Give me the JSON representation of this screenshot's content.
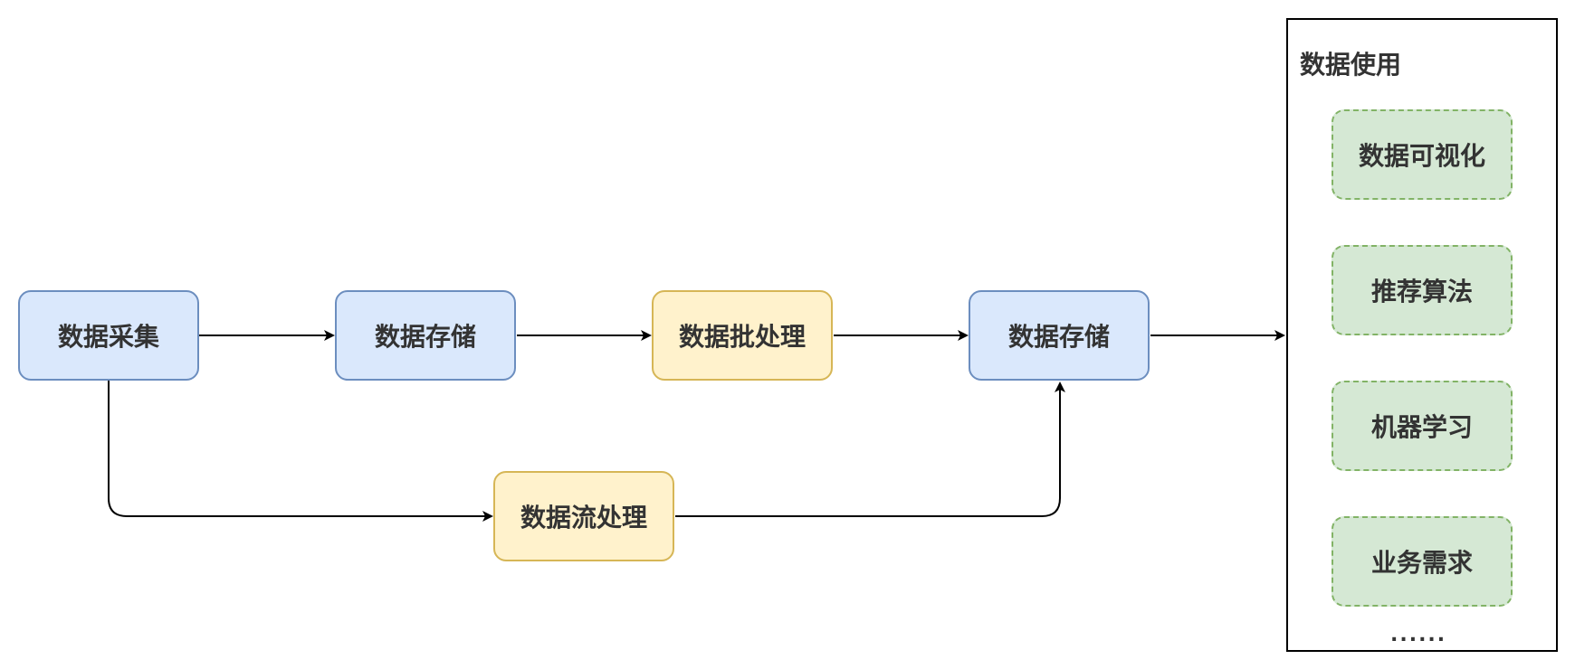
{
  "diagram": {
    "nodes": {
      "collect": "数据采集",
      "storage1": "数据存储",
      "batch": "数据批处理",
      "storage2": "数据存储",
      "stream": "数据流处理"
    },
    "usage": {
      "title": "数据使用",
      "items": [
        "数据可视化",
        "推荐算法",
        "机器学习",
        "业务需求"
      ],
      "more": "......"
    },
    "colors": {
      "blue_fill": "#dae8fc",
      "blue_stroke": "#6c8ebf",
      "yellow_fill": "#fff2cc",
      "yellow_stroke": "#d6b656",
      "green_fill": "#d5e8d4",
      "green_stroke": "#82b366",
      "arrow": "#000000",
      "text": "#333333"
    }
  }
}
